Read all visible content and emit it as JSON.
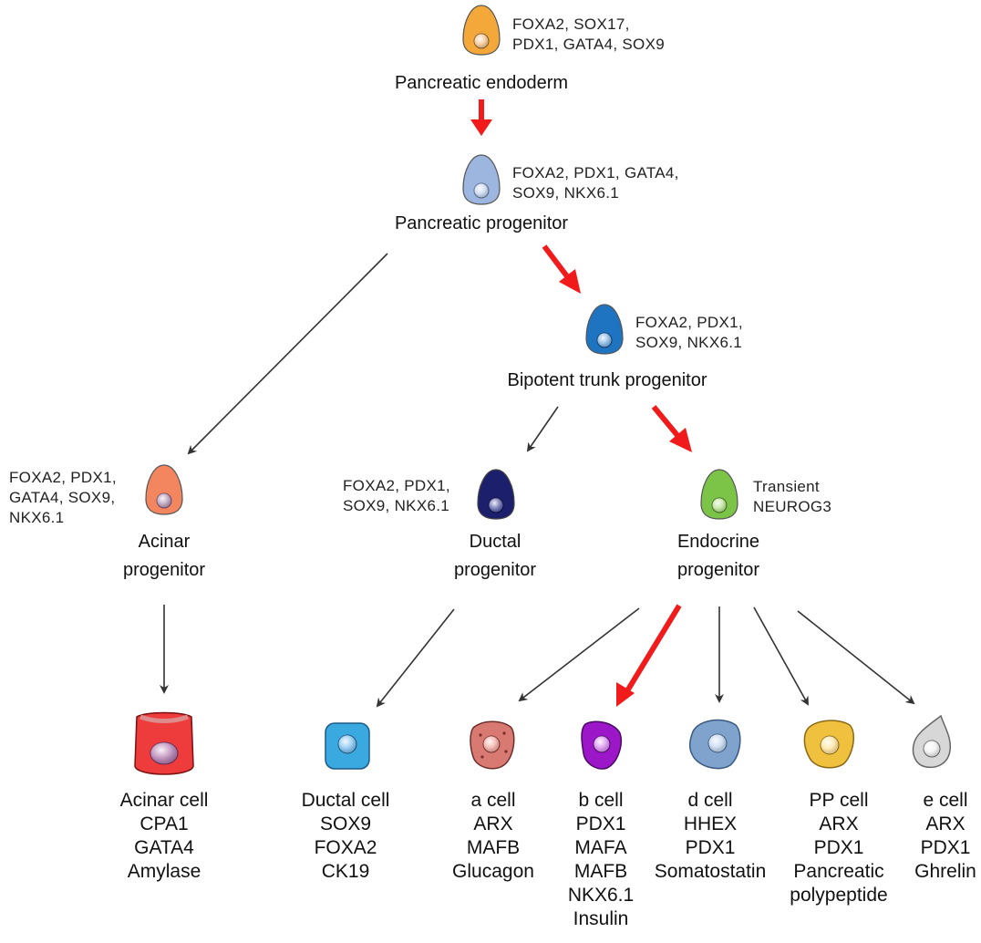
{
  "nodes": {
    "endoderm": {
      "markers": [
        "FOXA2, SOX17,",
        "PDX1, GATA4, SOX9"
      ],
      "title": "Pancreatic endoderm",
      "color": "#f4a83a"
    },
    "pancreatic_progenitor": {
      "markers": [
        "FOXA2, PDX1, GATA4,",
        "SOX9, NKX6.1"
      ],
      "title": "Pancreatic progenitor",
      "color": "#9db6e0"
    },
    "bipotent": {
      "markers": [
        "FOXA2, PDX1,",
        "SOX9, NKX6.1"
      ],
      "title": "Bipotent trunk progenitor",
      "color": "#1f74c2"
    },
    "acinar_progenitor": {
      "markers": [
        "FOXA2, PDX1,",
        "GATA4, SOX9,",
        "NKX6.1"
      ],
      "title": [
        "Acinar",
        "progenitor"
      ],
      "color": "#f3865e"
    },
    "ductal_progenitor": {
      "markers": [
        "FOXA2, PDX1,",
        "SOX9, NKX6.1"
      ],
      "title": [
        "Ductal",
        "progenitor"
      ],
      "color": "#1c1f6b"
    },
    "endocrine_progenitor": {
      "markers": [
        "Transient",
        "NEUROG3"
      ],
      "title": [
        "Endocrine",
        "progenitor"
      ],
      "color": "#7cc447"
    }
  },
  "final_cells": [
    {
      "id": "acinar",
      "lines": [
        "Acinar cell",
        "CPA1",
        "GATA4",
        "Amylase"
      ],
      "color": "#ee3b3b"
    },
    {
      "id": "ductal",
      "lines": [
        "Ductal cell",
        "SOX9",
        "FOXA2",
        "CK19"
      ],
      "color": "#3aa9e0"
    },
    {
      "id": "alpha",
      "lines": [
        "a cell",
        "ARX",
        "MAFB",
        "Glucagon"
      ],
      "color": "#d87a72"
    },
    {
      "id": "beta",
      "lines": [
        "b cell",
        "PDX1",
        "MAFA",
        "MAFB",
        "NKX6.1",
        "Insulin"
      ],
      "color": "#9c17c8"
    },
    {
      "id": "delta",
      "lines": [
        "d cell",
        "HHEX",
        "PDX1",
        "Somatostatin"
      ],
      "color": "#7fa3cc"
    },
    {
      "id": "pp",
      "lines": [
        "PP cell",
        "ARX",
        "PDX1",
        "Pancreatic",
        "polypeptide"
      ],
      "color": "#f0c13f"
    },
    {
      "id": "epsilon",
      "lines": [
        "e cell",
        "ARX",
        "PDX1",
        "Ghrelin"
      ],
      "color": "#d7d7d7"
    }
  ],
  "colors": {
    "highlight_arrow": "#f21b1b",
    "arrow": "#333333"
  }
}
